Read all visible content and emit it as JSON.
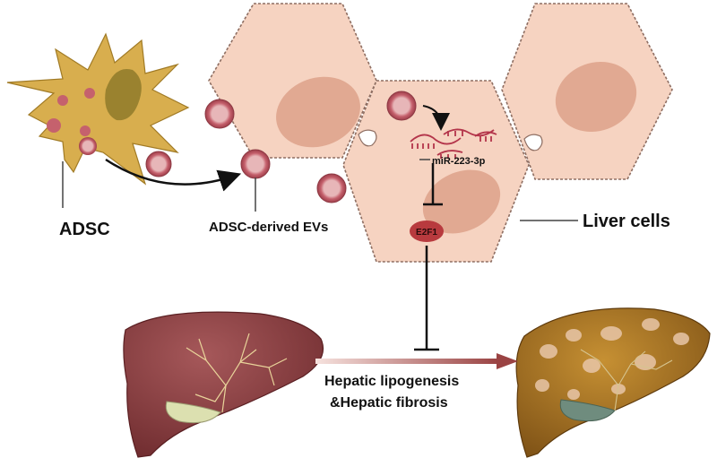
{
  "labels": {
    "adsc": "ADSC",
    "evs": "ADSC-derived EVs",
    "mirna": "miR-223-3p",
    "e2f1": "E2F1",
    "liver_cells": "Liver cells",
    "outcome_line1": "Hepatic lipogenesis",
    "outcome_line2": "&Hepatic fibrosis"
  },
  "colors": {
    "adsc_body": "#D8AE4E",
    "adsc_nucleus": "#8F7A2A",
    "hepatocyte": "#F6D3C1",
    "hepatocyte_nucleus": "#E1A992",
    "vesicle": "#C5616D",
    "e2f1": "#B83A3E",
    "healthy_liver": "#8C3E40",
    "diseased_liver": "#B07A22",
    "arrow_gradient_start": "#F2DCD8",
    "arrow_gradient_end": "#9A4343"
  }
}
